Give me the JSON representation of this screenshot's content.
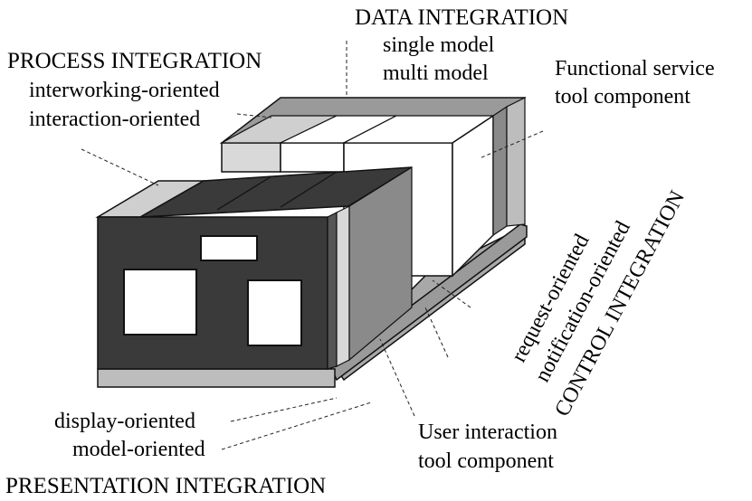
{
  "labels": {
    "data_integration": {
      "title": "DATA INTEGRATION",
      "items": [
        "single model",
        "multi model"
      ]
    },
    "process_integration": {
      "title": "PROCESS INTEGRATION",
      "items": [
        "interworking-oriented",
        "interaction-oriented"
      ]
    },
    "functional_service": {
      "lines": [
        "Functional service",
        "tool component"
      ]
    },
    "control_integration": {
      "title": "CONTROL INTEGRATION",
      "items": [
        "request-oriented",
        "notification-oriented"
      ]
    },
    "user_interaction": {
      "lines": [
        "User interaction",
        "tool component"
      ]
    },
    "presentation_integration": {
      "title": "PRESENTATION INTEGRATION",
      "items": [
        "display-oriented",
        "model-oriented"
      ]
    }
  },
  "colors": {
    "dark_face": "#3a3a3a",
    "darker_face": "#2a2a2a",
    "mid_gray": "#8e8e8e",
    "light_gray": "#c6c6c6",
    "pale_gray": "#d8d8d8",
    "white": "#ffffff",
    "outline": "#111111"
  }
}
